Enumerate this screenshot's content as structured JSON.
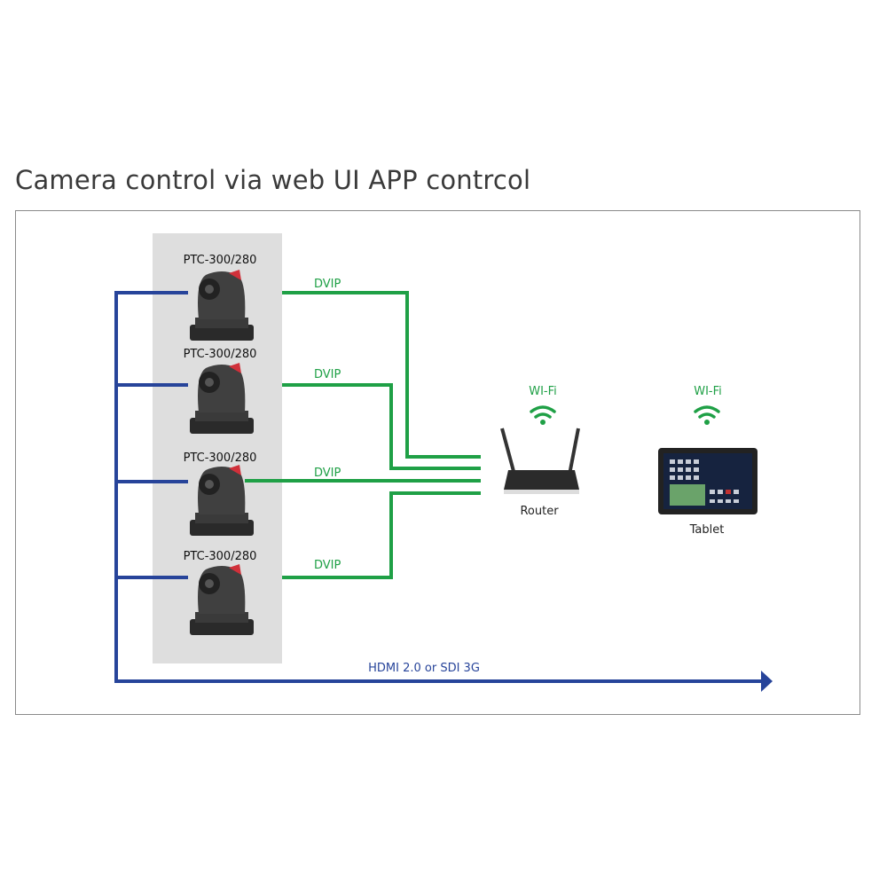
{
  "title": "Camera control via web UI APP contrcol",
  "cameras": [
    {
      "model": "PTC-300/280",
      "link": "DVIP"
    },
    {
      "model": "PTC-300/280",
      "link": "DVIP"
    },
    {
      "model": "PTC-300/280",
      "link": "DVIP"
    },
    {
      "model": "PTC-300/280",
      "link": "DVIP"
    }
  ],
  "router": {
    "label": "Router",
    "wifi": "WI-Fi"
  },
  "tablet": {
    "label": "Tablet",
    "wifi": "WI-Fi"
  },
  "video_output": "HDMI 2.0 or SDI 3G",
  "colors": {
    "green": "#1fa046",
    "blue": "#27449a",
    "panel": "#dedede"
  }
}
